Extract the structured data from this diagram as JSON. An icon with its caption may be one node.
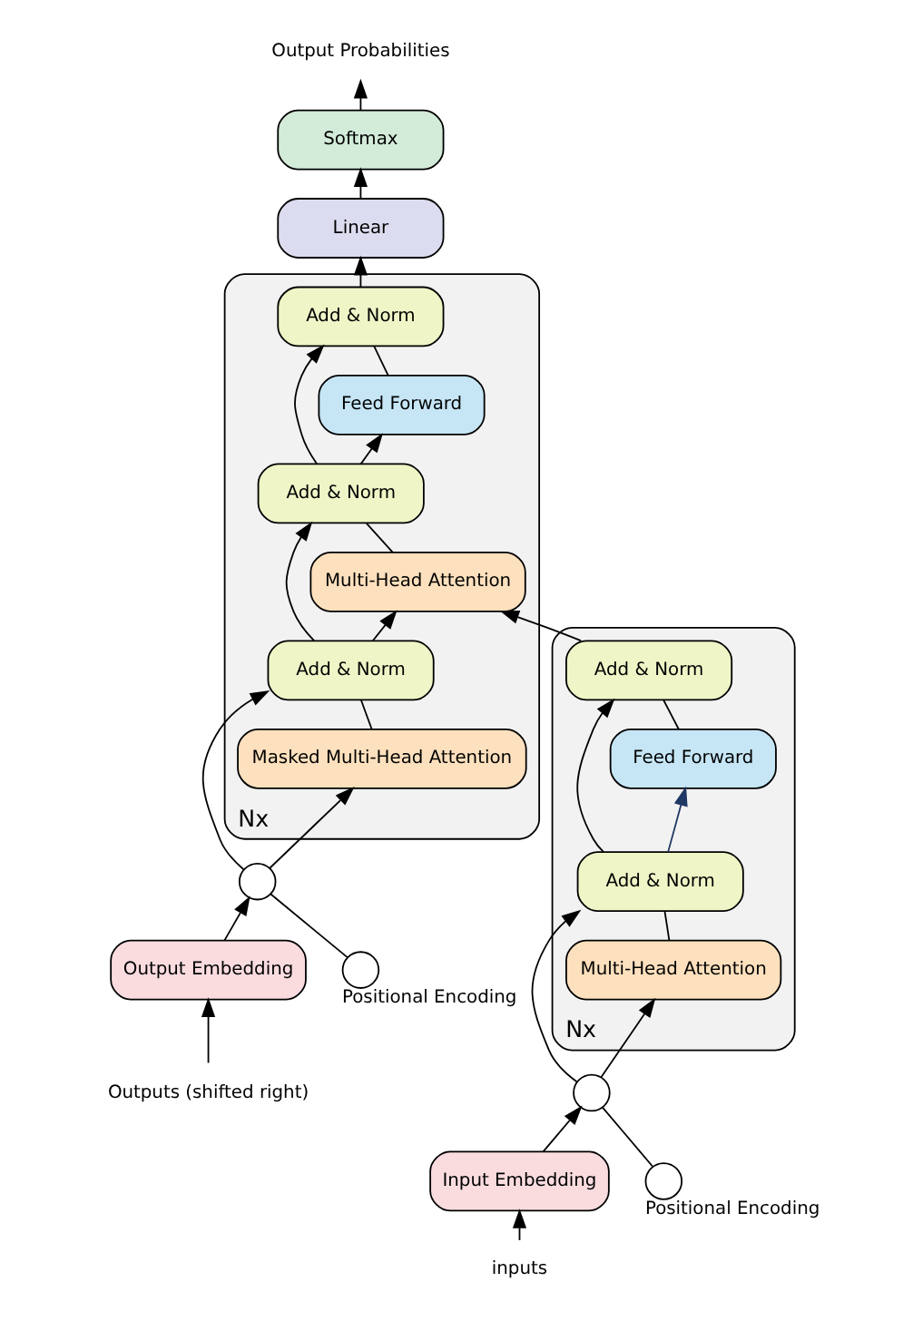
{
  "diagram": {
    "nodes": [
      {
        "text": [
          "Nx"
        ]
      },
      {
        "text": [
          "Add & Norm"
        ],
        "in": 0
      },
      {
        "text": [
          "Feed Forward"
        ],
        "in": 0
      },
      {
        "text": [
          "Add & Norm"
        ],
        "in": 0
      },
      {
        "text": [
          "Multi-Head Attention"
        ],
        "in": 0
      },
      {
        "text": [
          "Nx"
        ]
      },
      {
        "text": [
          "Add & Norm"
        ],
        "in": 5
      },
      {
        "text": [
          "Feed Forward"
        ],
        "in": 5
      },
      {
        "text": [
          "Add & Norm"
        ],
        "in": 5
      },
      {
        "text": [
          "Multi-Head Attention"
        ],
        "in": 5
      },
      {
        "text": [
          "Add & Norm"
        ],
        "in": 5
      },
      {
        "text": [
          "Masked Multi-Head Attention"
        ],
        "in": 5
      },
      {
        "text": [
          "Input Embedding"
        ]
      },
      {
        "text": [
          "Output Embedding"
        ]
      },
      {
        "text": [],
        "shape": "circle"
      },
      {
        "text": [],
        "shape": "circle",
        "beside": [
          "Positional Encoding"
        ]
      },
      {
        "text": [],
        "shape": "circle"
      },
      {
        "text": [],
        "shape": "circle",
        "beside": [
          "Positional Encoding"
        ]
      },
      {
        "text": [
          "inputs"
        ]
      },
      {
        "text": [
          "Outputs (shifted right)"
        ]
      },
      {
        "text": [
          "Linear"
        ]
      },
      {
        "text": [
          "Softmax"
        ]
      },
      {
        "text": [
          "Output Probabilities"
        ]
      }
    ],
    "edges": [
      {
        "from": 18,
        "to": 12,
        "arrow": "to"
      },
      {
        "from": 12,
        "to": 14,
        "arrow": "to"
      },
      {
        "from": 15,
        "to": 14,
        "arrow": "none"
      },
      {
        "from": 14,
        "to": 4,
        "arrow": "to"
      },
      {
        "from": 14,
        "to": 3,
        "arrow": "to"
      },
      {
        "from": 4,
        "to": 3,
        "arrow": "none"
      },
      {
        "from": 3,
        "to": 2,
        "arrow": "to",
        "color": "#203864"
      },
      {
        "from": 3,
        "to": 1,
        "arrow": "to"
      },
      {
        "from": 2,
        "to": 1,
        "arrow": "none"
      },
      {
        "from": 1,
        "to": 9,
        "arrow": "to"
      },
      {
        "from": 19,
        "to": 13,
        "arrow": "to"
      },
      {
        "from": 13,
        "to": 16,
        "arrow": "to"
      },
      {
        "from": 17,
        "to": 16,
        "arrow": "none"
      },
      {
        "from": 16,
        "to": 11,
        "arrow": "to"
      },
      {
        "from": 16,
        "to": 10,
        "arrow": "to"
      },
      {
        "from": 11,
        "to": 10,
        "arrow": "none"
      },
      {
        "from": 10,
        "to": 9,
        "arrow": "to"
      },
      {
        "from": 10,
        "to": 8,
        "arrow": "to"
      },
      {
        "from": 9,
        "to": 8,
        "arrow": "none"
      },
      {
        "from": 8,
        "to": 7,
        "arrow": "to"
      },
      {
        "from": 8,
        "to": 6,
        "arrow": "to"
      },
      {
        "from": 7,
        "to": 6,
        "arrow": "none"
      },
      {
        "from": 6,
        "to": 20,
        "arrow": "to"
      },
      {
        "from": 20,
        "to": 21,
        "arrow": "to"
      },
      {
        "from": 21,
        "to": 22,
        "arrow": "to"
      }
    ]
  }
}
